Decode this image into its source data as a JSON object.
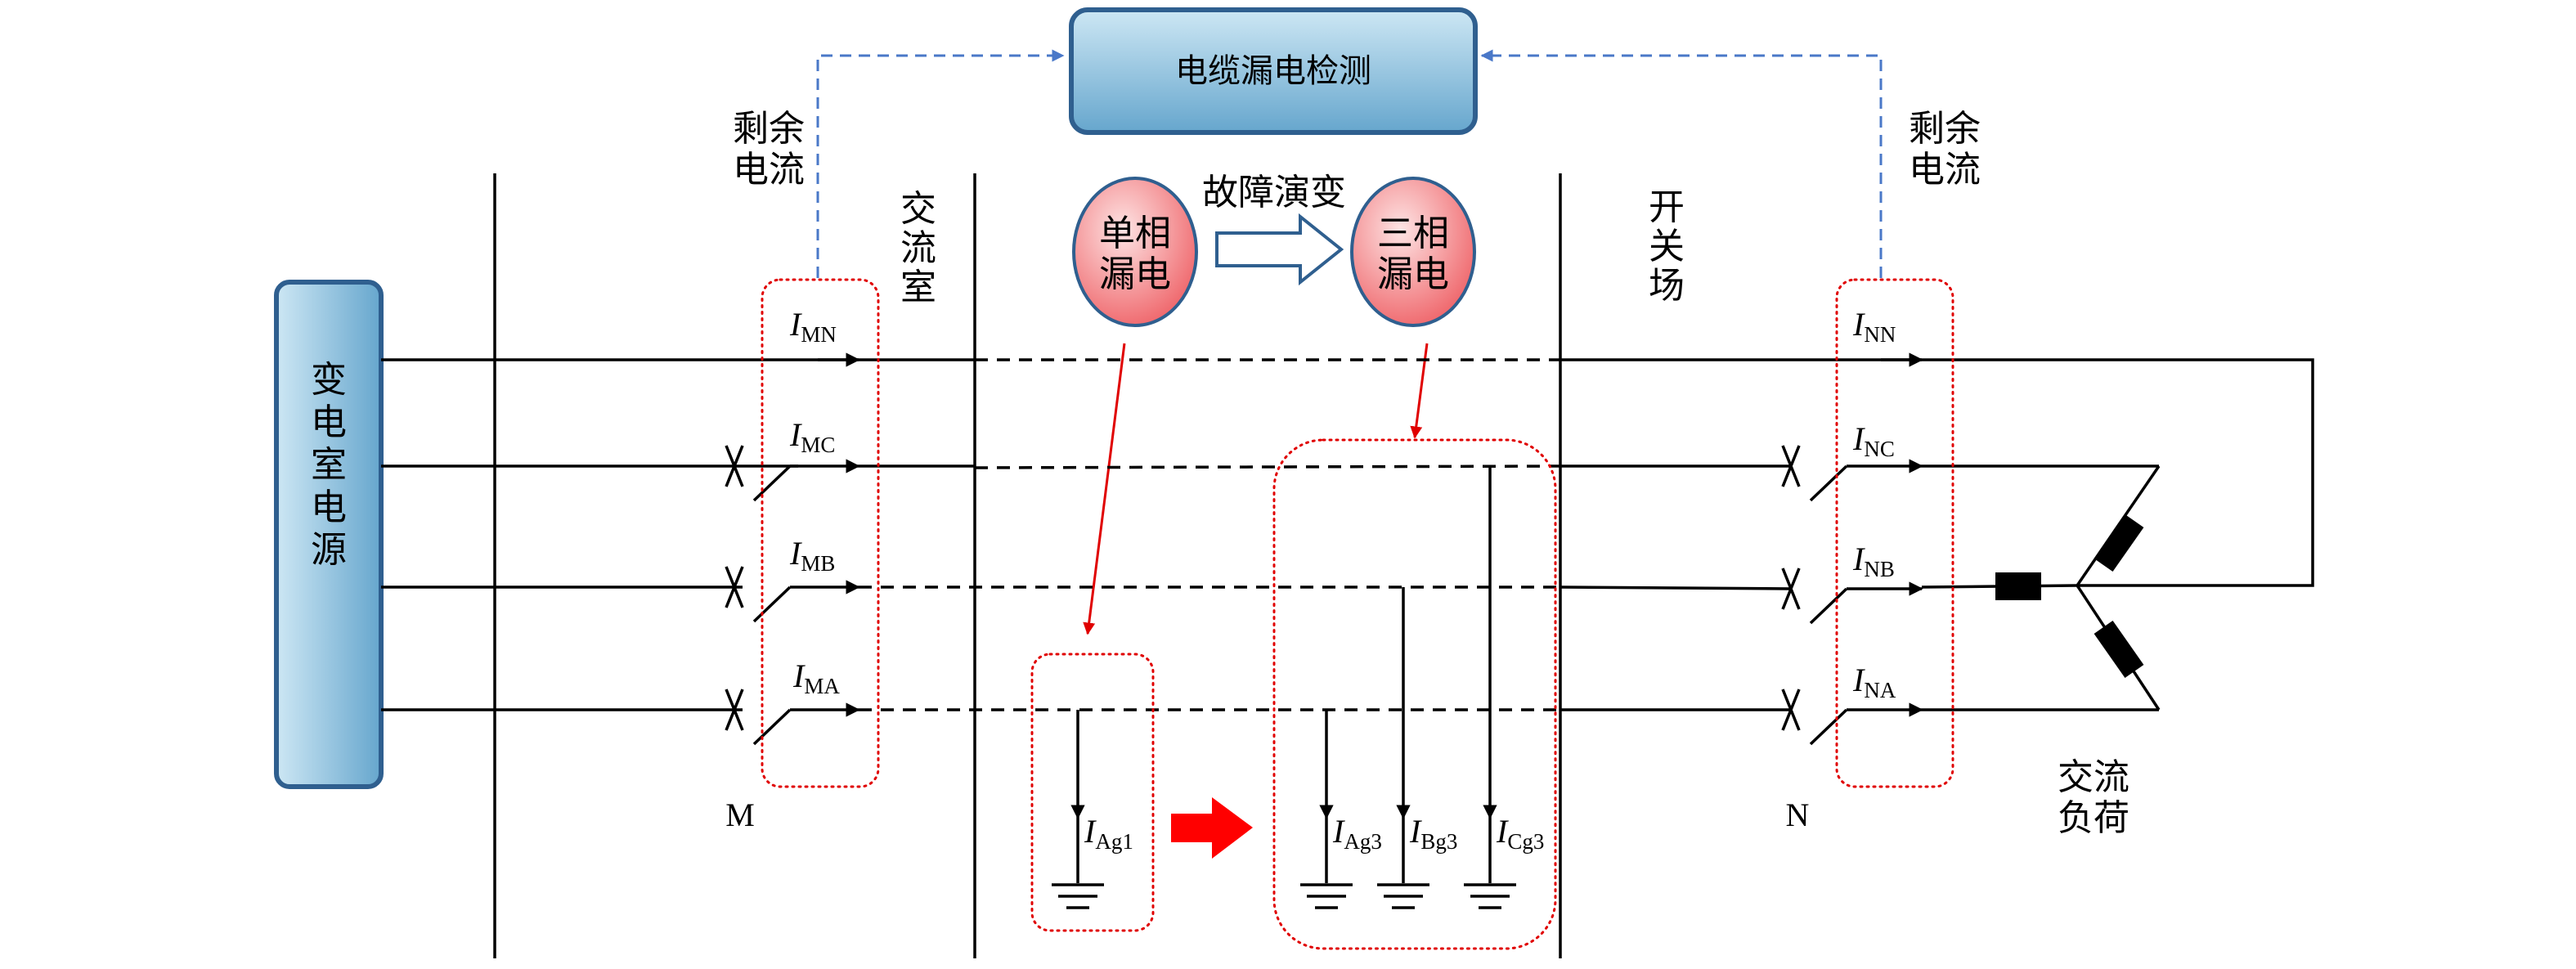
{
  "colors": {
    "box_fill_top": "#c9e5f3",
    "box_fill_bottom": "#6aa9cf",
    "box_stroke": "#2f5f8f",
    "bubble_fill_center": "#fde0e0",
    "bubble_fill_edge": "#f06c70",
    "red": "#e00000",
    "blue_dashed": "#4a78c8"
  },
  "labels": {
    "detection": "电缆漏电检测",
    "source": "变电室电源",
    "residual_left_1": "剩余",
    "residual_left_2": "电流",
    "residual_right_1": "剩余",
    "residual_right_2": "电流",
    "ac_room_1": "交",
    "ac_room_2": "流",
    "ac_room_3": "室",
    "switchyard_1": "开",
    "switchyard_2": "关",
    "switchyard_3": "场",
    "fault_evolution": "故障演变",
    "single_phase_1": "单相",
    "single_phase_2": "漏电",
    "three_phase_1": "三相",
    "three_phase_2": "漏电",
    "ac_load_1": "交流",
    "ac_load_2": "负荷",
    "node_m": "M",
    "node_n": "N"
  },
  "currents": {
    "mn": {
      "main": "I",
      "sub": "MN"
    },
    "mc": {
      "main": "I",
      "sub": "MC"
    },
    "mb": {
      "main": "I",
      "sub": "MB"
    },
    "ma": {
      "main": "I",
      "sub": "MA"
    },
    "nn": {
      "main": "I",
      "sub": "NN"
    },
    "nc": {
      "main": "I",
      "sub": "NC"
    },
    "nb": {
      "main": "I",
      "sub": "NB"
    },
    "na": {
      "main": "I",
      "sub": "NA"
    },
    "ag1": {
      "main": "I",
      "sub": "Ag1"
    },
    "ag3": {
      "main": "I",
      "sub": "Ag3"
    },
    "bg3": {
      "main": "I",
      "sub": "Bg3"
    },
    "cg3": {
      "main": "I",
      "sub": "Cg3"
    }
  }
}
